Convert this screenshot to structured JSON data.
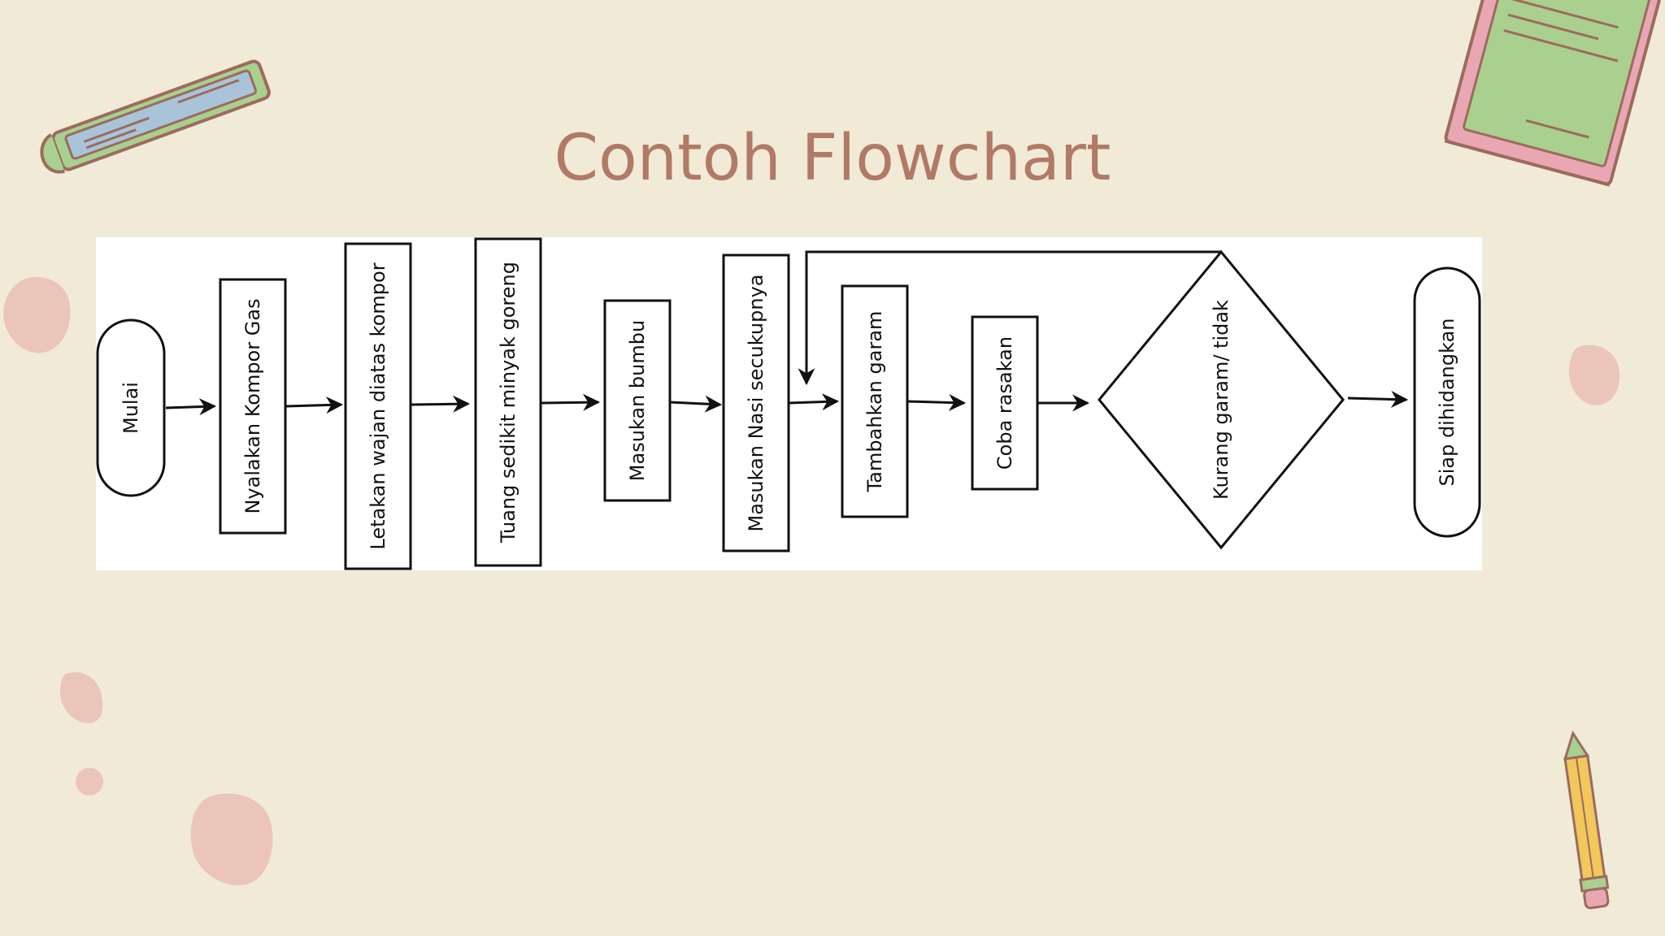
{
  "slide": {
    "title": "Contoh Flowchart"
  },
  "colors": {
    "background": "#f1ead6",
    "title": "#b07a66",
    "blob": "#e8b7b0",
    "book_green": "#a9d08e",
    "book_blue": "#a9c4d8",
    "book_pink": "#e9a7b4",
    "book_outline": "#9c6b5e",
    "pencil": "#f2c75c"
  },
  "icons": {
    "book_left": "book-icon",
    "book_right": "book-icon",
    "pencil": "pencil-icon"
  },
  "flowchart": {
    "nodes": [
      {
        "id": "mulai",
        "shape": "terminal",
        "label": "Mulai"
      },
      {
        "id": "nyalakan",
        "shape": "process",
        "label": "Nyalakan Kompor Gas"
      },
      {
        "id": "letakan",
        "shape": "process",
        "label": "Letakan wajan diatas kompor"
      },
      {
        "id": "tuang",
        "shape": "process",
        "label": "Tuang sedikit minyak goreng"
      },
      {
        "id": "bumbu",
        "shape": "process",
        "label": "Masukan bumbu"
      },
      {
        "id": "nasi",
        "shape": "process",
        "label": "Masukan Nasi secukupnya"
      },
      {
        "id": "garam",
        "shape": "process",
        "label": "Tambahkan garam"
      },
      {
        "id": "coba",
        "shape": "process",
        "label": "Coba rasakan"
      },
      {
        "id": "kurang",
        "shape": "decision",
        "label": "Kurang garam/ tidak"
      },
      {
        "id": "siap",
        "shape": "terminal",
        "label": "Siap dihidangkan"
      }
    ],
    "edges": [
      {
        "from": "mulai",
        "to": "nyalakan"
      },
      {
        "from": "nyalakan",
        "to": "letakan"
      },
      {
        "from": "letakan",
        "to": "tuang"
      },
      {
        "from": "tuang",
        "to": "bumbu"
      },
      {
        "from": "bumbu",
        "to": "nasi"
      },
      {
        "from": "nasi",
        "to": "garam"
      },
      {
        "from": "garam",
        "to": "coba"
      },
      {
        "from": "coba",
        "to": "kurang"
      },
      {
        "from": "kurang",
        "to": "siap"
      },
      {
        "from": "kurang",
        "to": "garam",
        "loop": true
      }
    ]
  }
}
